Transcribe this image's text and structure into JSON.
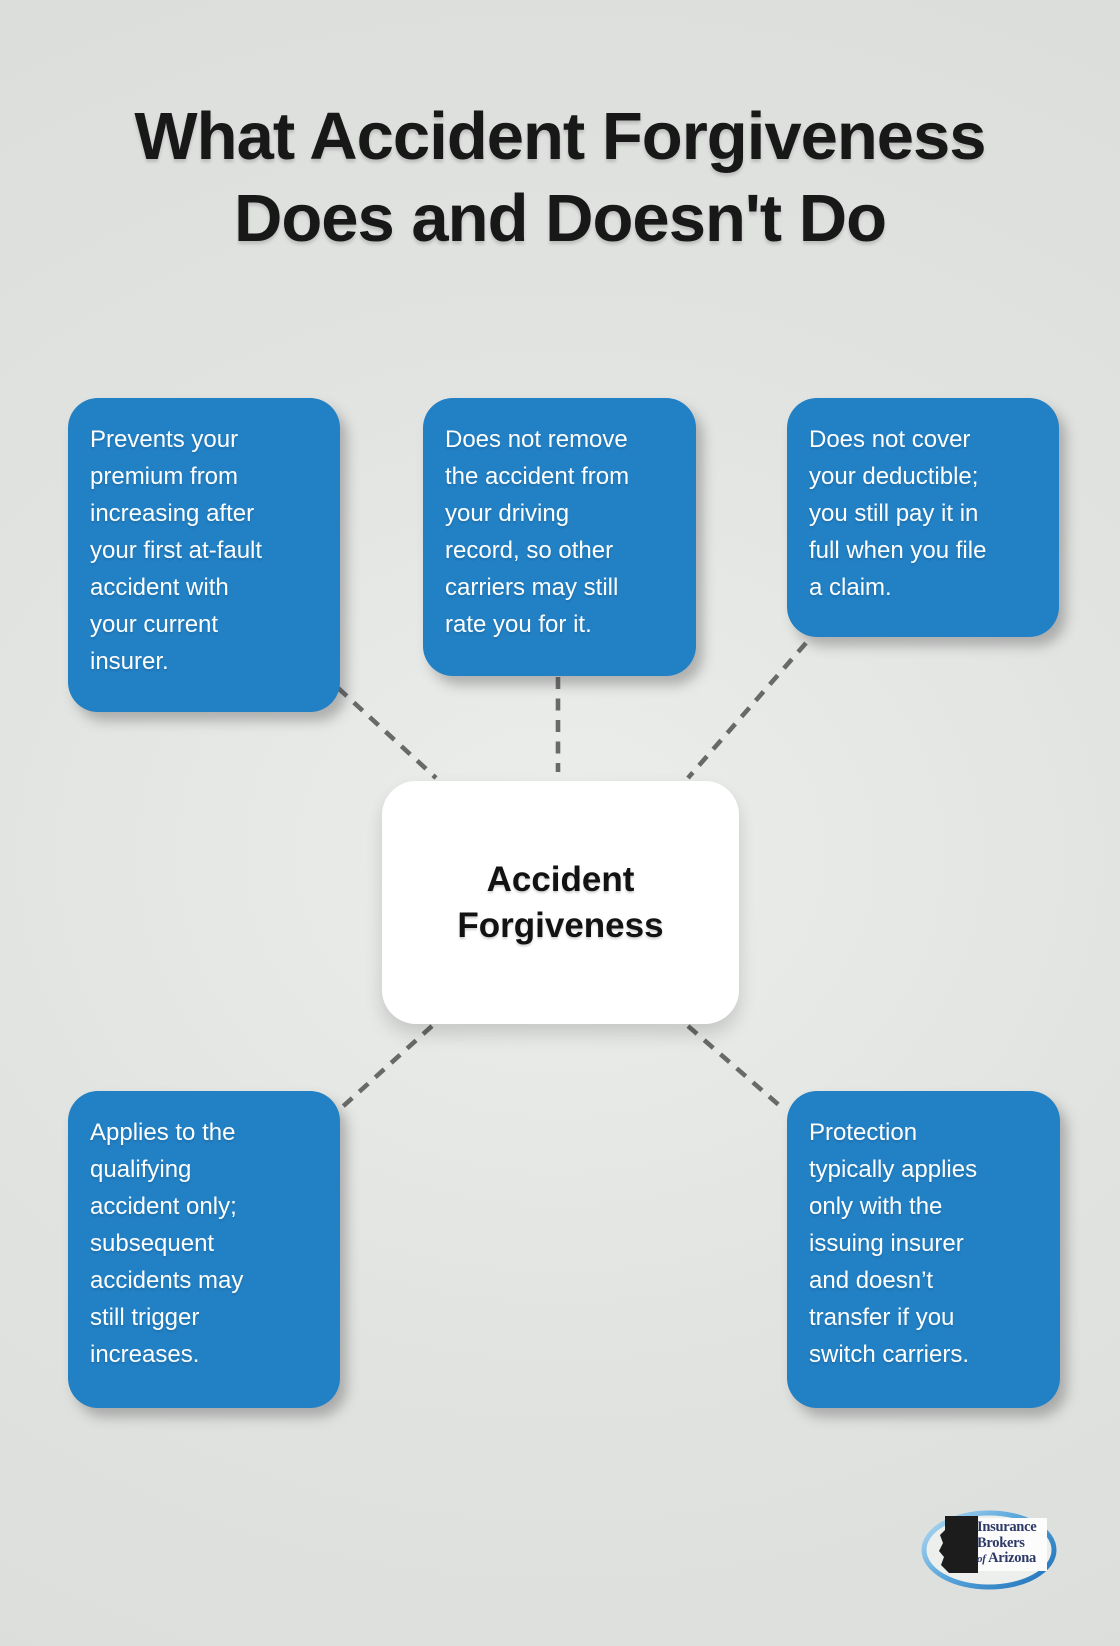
{
  "title": {
    "line1": "What Accident Forgiveness",
    "line2": "Does and Doesn't Do"
  },
  "center": {
    "label": "Accident\nForgiveness"
  },
  "nodes": [
    {
      "position": "top-left",
      "text": "Prevents your\npremium from\nincreasing after\nyour first at-fault\naccident with\nyour current\ninsurer."
    },
    {
      "position": "top-center",
      "text": "Does not remove\nthe accident from\nyour driving\nrecord, so other\ncarriers may still\nrate you for it."
    },
    {
      "position": "top-right",
      "text": "Does not cover\nyour deductible;\nyou still pay it in\nfull when you file\na claim."
    },
    {
      "position": "bottom-left",
      "text": "Applies to the\nqualifying\naccident only;\nsubsequent\naccidents may\nstill trigger\nincreases."
    },
    {
      "position": "bottom-right",
      "text": "Protection\ntypically applies\nonly with the\nissuing insurer\nand doesn’t\ntransfer if you\nswitch carriers."
    }
  ],
  "logo": {
    "line1": "Insurance",
    "line2": "Brokers",
    "line3_italic": "of",
    "line3": "Arizona"
  },
  "colors": {
    "background": "#e1e3e1",
    "node_blue": "#2280c4",
    "node_text": "#ffffff",
    "center_bg": "#ffffff",
    "title_text": "#181818",
    "dash_line": "#696969",
    "logo_text": "#2d3967",
    "logo_ring_light": "#b7dcf2",
    "logo_ring_dark": "#2a7cc0"
  }
}
